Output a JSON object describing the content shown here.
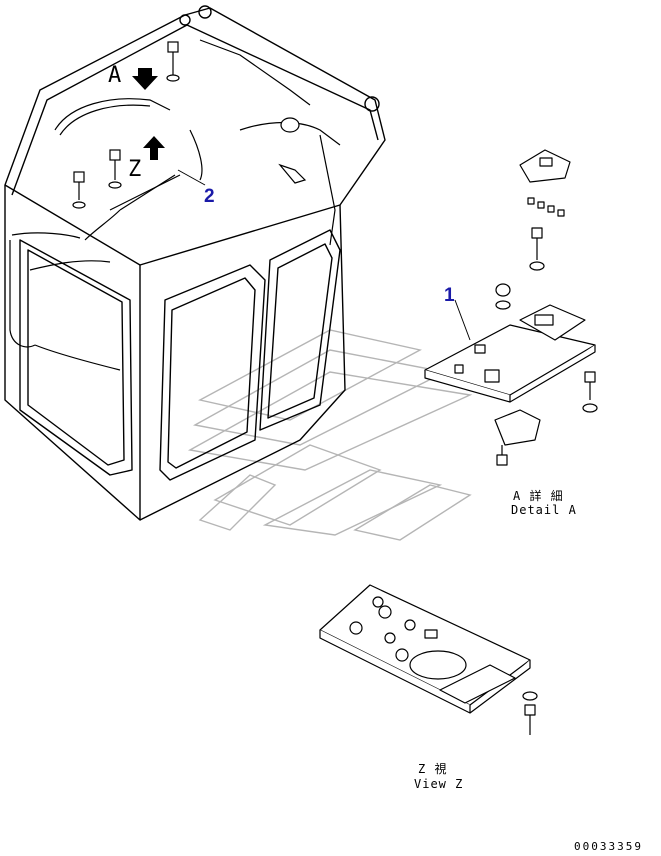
{
  "callouts": {
    "part1": "1",
    "part2": "2"
  },
  "view_markers": {
    "a": "A",
    "z": "Z"
  },
  "detail_a": {
    "jp": "A 詳 細",
    "en": "Detail A"
  },
  "view_z": {
    "jp": "Z  視",
    "en": "View Z"
  },
  "drawing_code": "00033359",
  "colors": {
    "line": "#000000",
    "callout": "#1a1aa8",
    "watermark": "#b5b5b5"
  }
}
